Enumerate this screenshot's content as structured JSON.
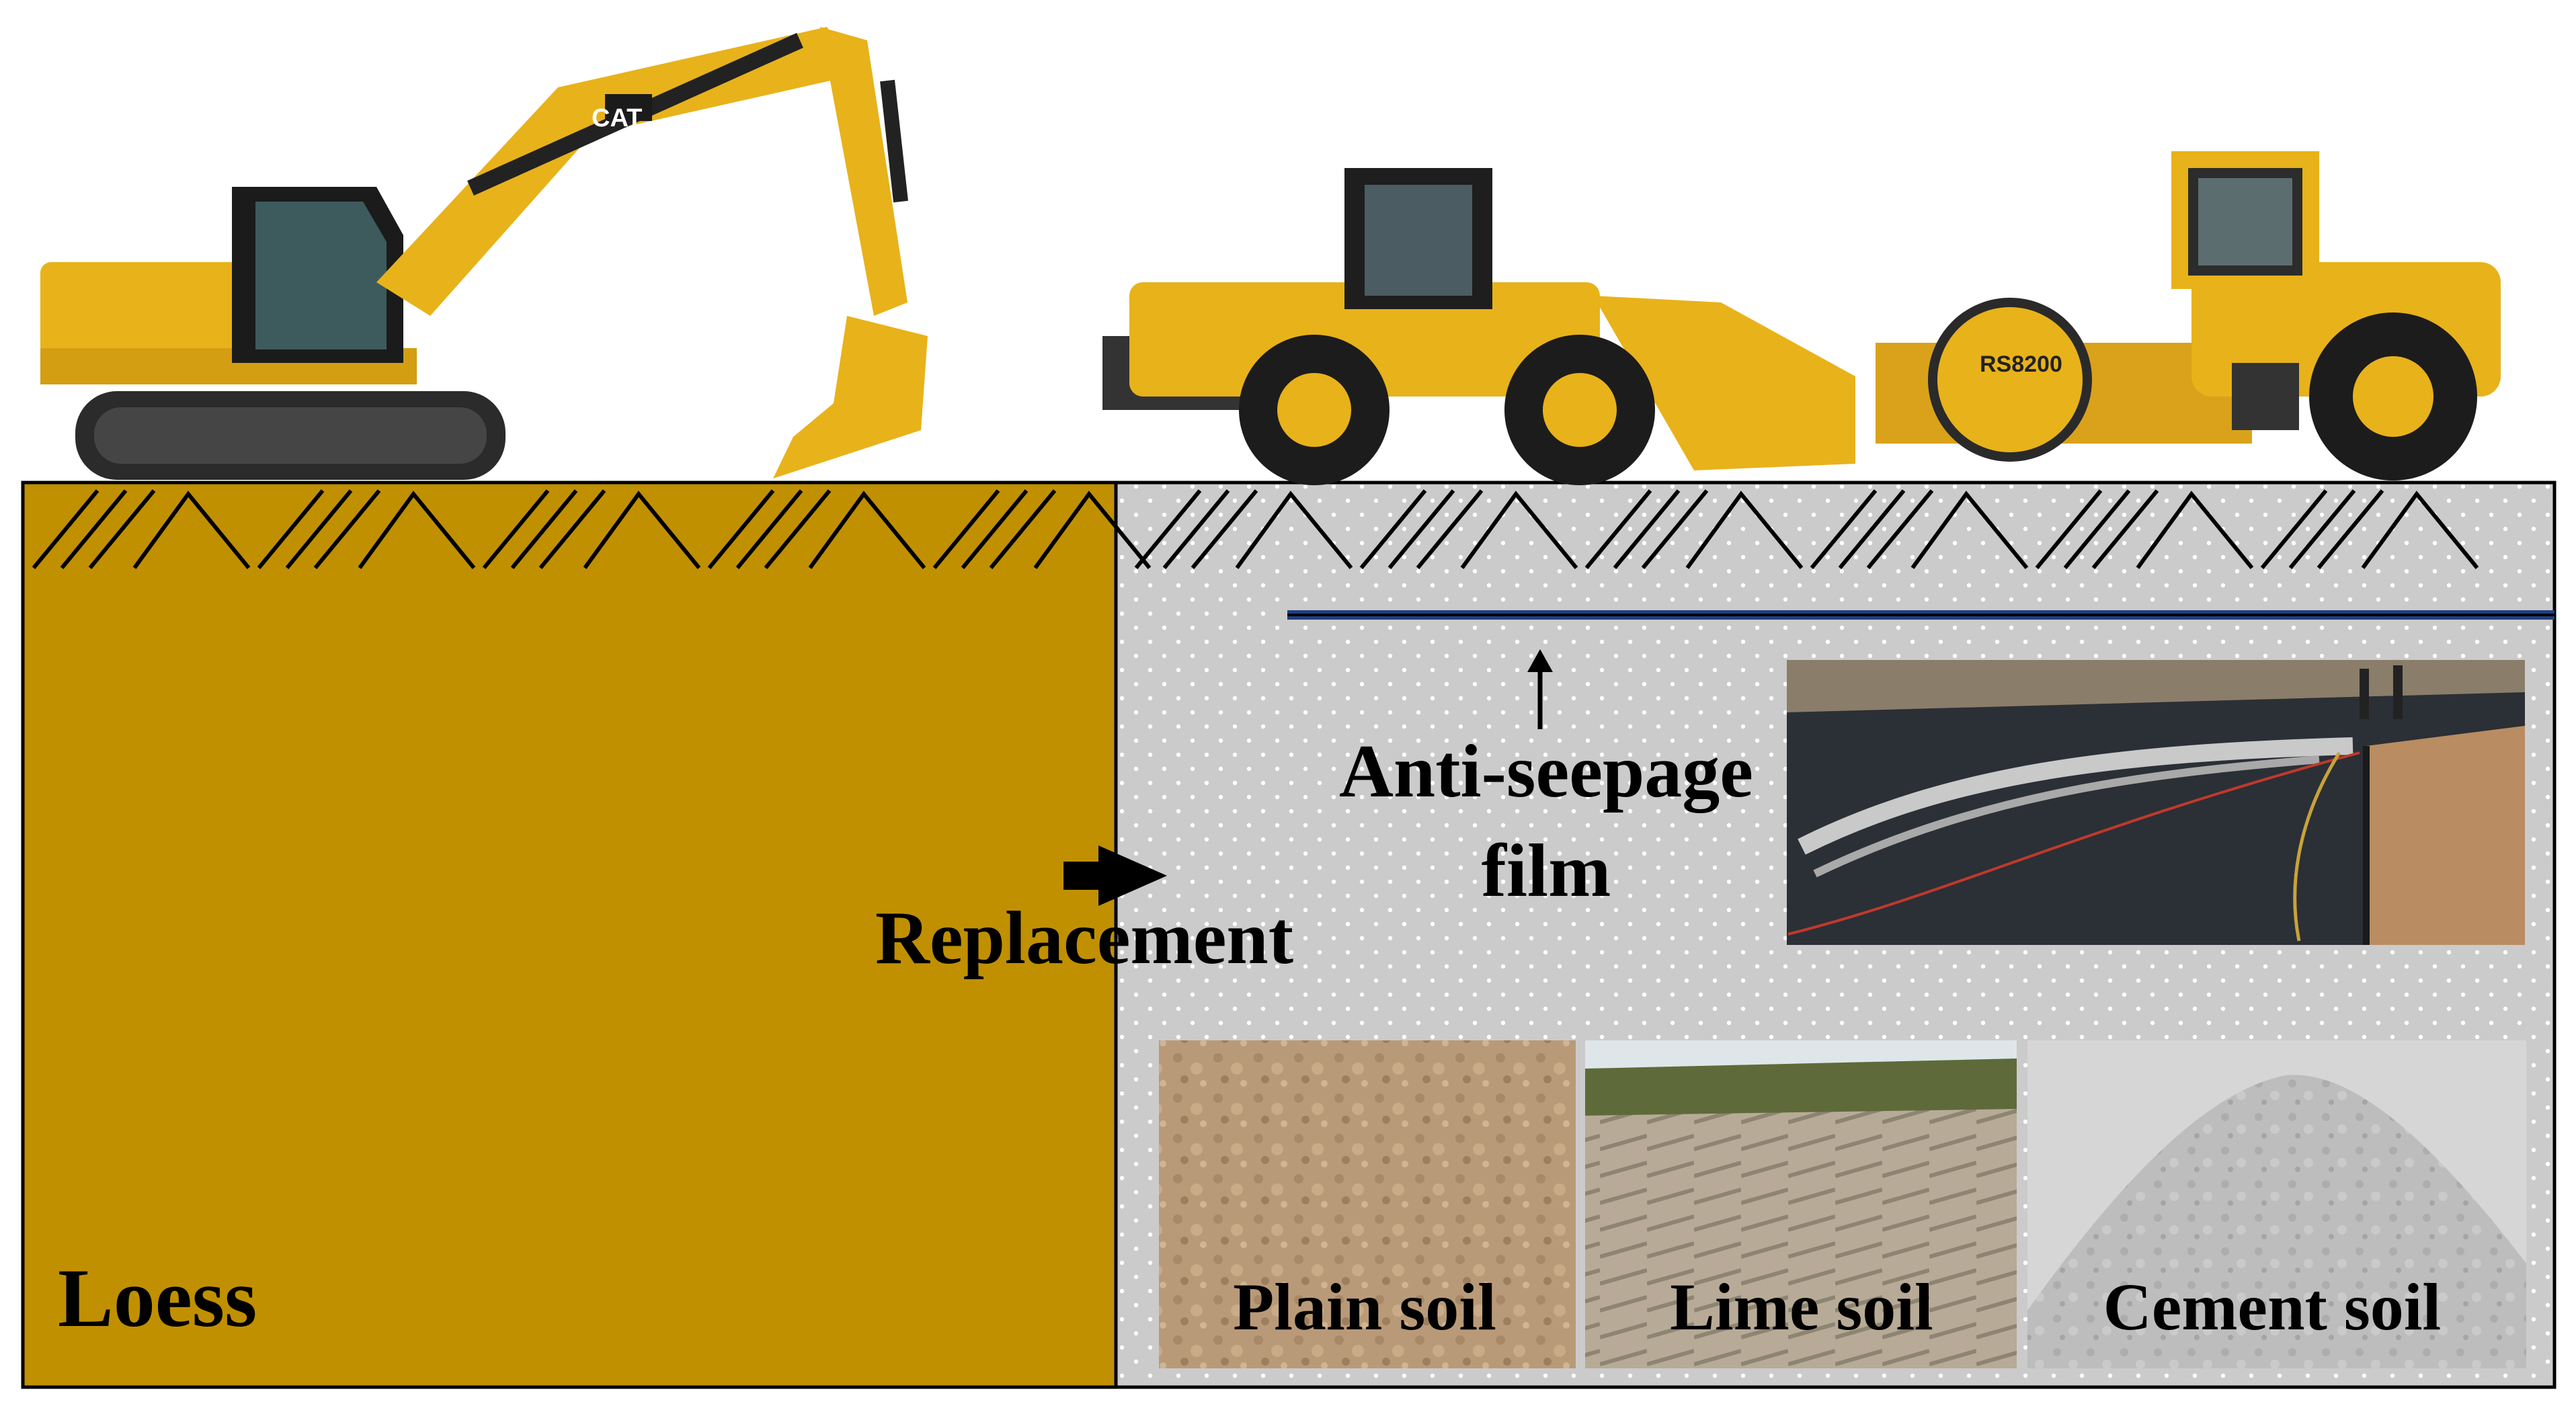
{
  "labels": {
    "loess": "Loess",
    "replacement": "Replacement",
    "anti_seepage_line1": "Anti-seepage",
    "anti_seepage_line2": "film",
    "plain_soil": "Plain soil",
    "lime_soil": "Lime soil",
    "cement_soil": "Cement soil"
  },
  "machine_text": {
    "excavator_brand": "CAT",
    "roller_model": "RS8200"
  },
  "colors": {
    "loess_fill": "#C09000",
    "replacement_fill": "#CBCBCB",
    "machine_yellow": "#E8B21A",
    "film_line": "#1F3F7F"
  }
}
